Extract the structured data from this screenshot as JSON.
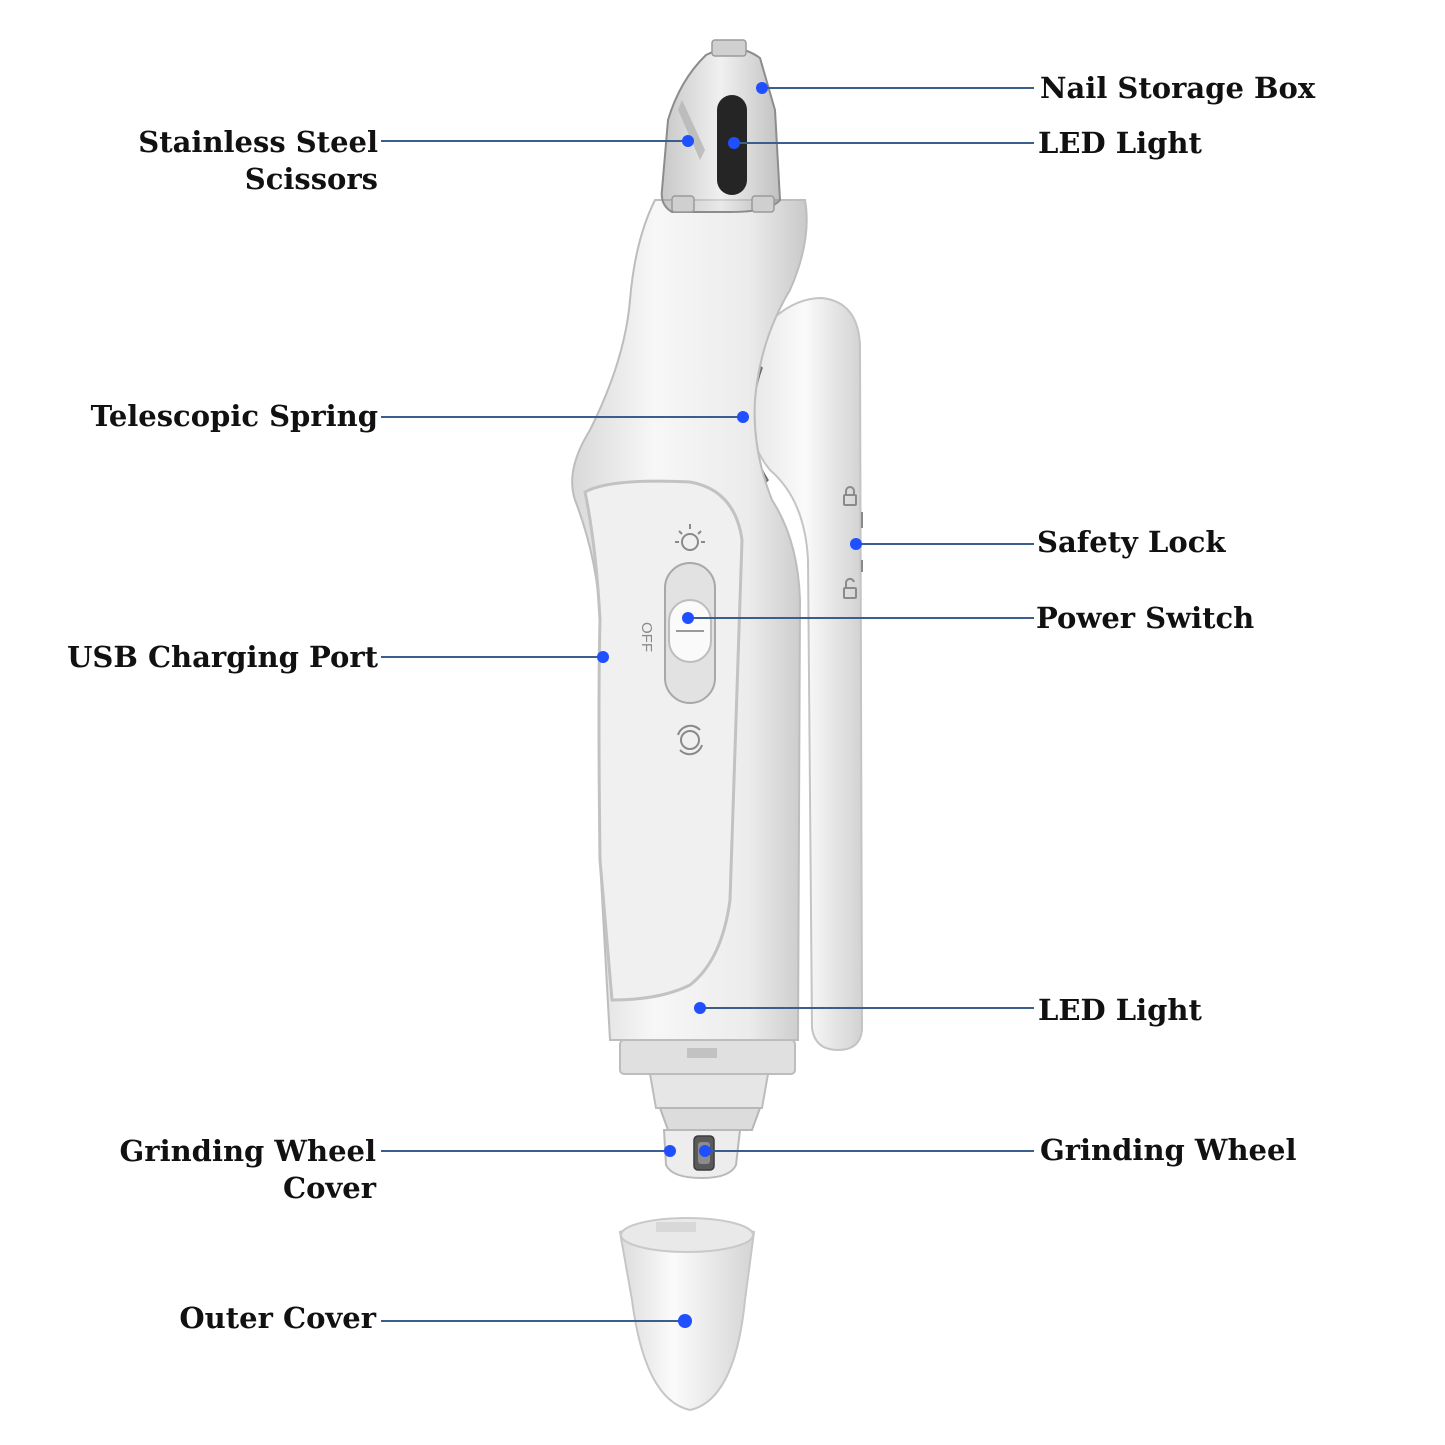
{
  "colors": {
    "leader_line": "#3b5f8a",
    "marker_dot": "#1f4fff",
    "body_white": "#f4f4f4",
    "body_shadow": "#cfcfcf",
    "outline": "#b9b9b9",
    "dark_part": "#2a2a2a"
  },
  "labels": {
    "nail_storage_box": "Nail Storage Box",
    "led_light_top": "LED Light",
    "stainless_steel_line1": "Stainless Steel",
    "stainless_steel_line2": "Scissors",
    "telescopic_spring": "Telescopic Spring",
    "safety_lock": "Safety Lock",
    "power_switch": "Power Switch",
    "usb_charging_port": "USB Charging Port",
    "led_light_bottom": "LED Light",
    "grinding_wheel_cover_line1": "Grinding Wheel",
    "grinding_wheel_cover_line2": "Cover",
    "grinding_wheel": "Grinding Wheel",
    "outer_cover": "Outer Cover"
  },
  "device": {
    "switch_off_label": "OFF"
  },
  "icons": [
    "light-bulb-icon",
    "rotation-icon",
    "lock-closed-icon",
    "lock-open-icon"
  ]
}
